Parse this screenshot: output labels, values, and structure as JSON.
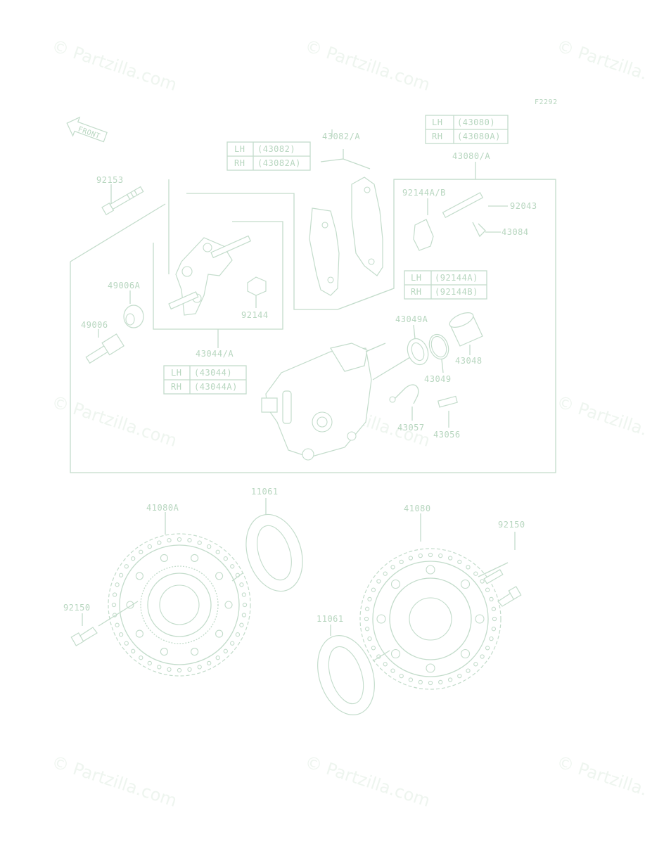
{
  "figure_id": "F2292",
  "watermark": "© Partzilla.com",
  "front_label": "FRONT",
  "callouts": {
    "p92153": "92153",
    "p49006A": "49006A",
    "p49006": "49006",
    "p92144": "92144",
    "p43044A": "43044/A",
    "p43082A": "43082/A",
    "p43080A": "43080/A",
    "p92144AB": "92144A/B",
    "p92043": "92043",
    "p43084": "43084",
    "p43049A": "43049A",
    "p43048": "43048",
    "p43049": "43049",
    "p43057": "43057",
    "p43056": "43056",
    "p41080A": "41080A",
    "p11061a": "11061",
    "p41080": "41080",
    "p92150a": "92150",
    "p92150b": "92150",
    "p11061b": "11061"
  },
  "tables": {
    "t43082": [
      [
        "LH",
        "(43082)"
      ],
      [
        "RH",
        "(43082A)"
      ]
    ],
    "t43080": [
      [
        "LH",
        "(43080)"
      ],
      [
        "RH",
        "(43080A)"
      ]
    ],
    "t92144": [
      [
        "LH",
        "(92144A)"
      ],
      [
        "RH",
        "(92144B)"
      ]
    ],
    "t43044": [
      [
        "LH",
        "(43044)"
      ],
      [
        "RH",
        "(43044A)"
      ]
    ]
  }
}
